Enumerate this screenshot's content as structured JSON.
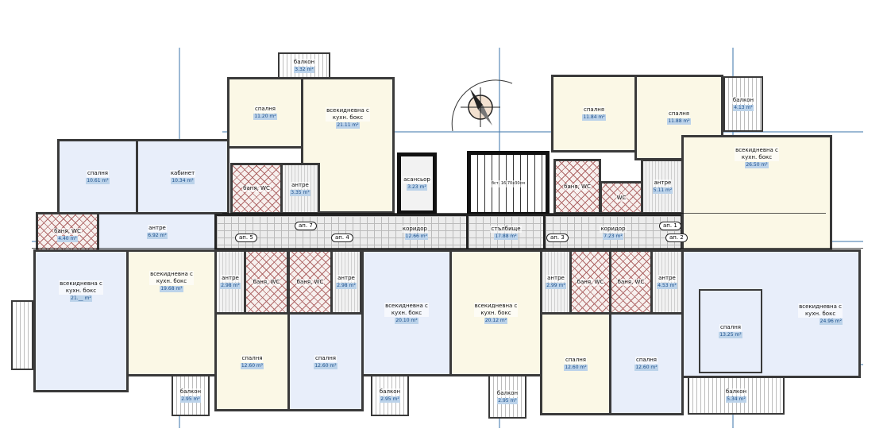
{
  "colors": {
    "living_cream": "#fbf8e6",
    "living_blue": "#e8eefa",
    "wet_hatch": "#b06a6a",
    "dimension_axis": "#4a7fb0",
    "wall": "#3a3a3a"
  },
  "rooms": [
    {
      "name": "балкон",
      "area": "3.32 m²"
    },
    {
      "name": "спалня",
      "area": "11.20 m²"
    },
    {
      "name": "всекидневна с\nкухн. бокс",
      "area": "21.11 m²"
    },
    {
      "name": "баня, WC",
      "area": ""
    },
    {
      "name": "антре",
      "area": "3.35 m²"
    },
    {
      "name": "асансьор",
      "area": "3.23 m²"
    },
    {
      "name": "спалня",
      "area": "10.61 m²"
    },
    {
      "name": "кабинет",
      "area": "10.34 m²"
    },
    {
      "name": "баня, WC",
      "area": "4.40 m²"
    },
    {
      "name": "антре",
      "area": "6.92 m²"
    },
    {
      "name": "коридор",
      "area": "12.66 m²"
    },
    {
      "name": "стълбище",
      "area": "17.88 m²"
    },
    {
      "name": "коридор",
      "area": "7.23 m²"
    },
    {
      "name": "спалня",
      "area": "11.84 m²"
    },
    {
      "name": "спалня",
      "area": "11.88 m²"
    },
    {
      "name": "балкон",
      "area": "4.13 m²"
    },
    {
      "name": "баня, WC",
      "area": ""
    },
    {
      "name": "WC",
      "area": ""
    },
    {
      "name": "антре",
      "area": "5.11 m²"
    },
    {
      "name": "всекидневна с\nкухн. бокс",
      "area": "26.50 m²"
    },
    {
      "name": "всекидневна с\nкухн. бокс",
      "area": "21.__ m²"
    },
    {
      "name": "всекидневна с\nкухн. бокс",
      "area": "19.68 m²"
    },
    {
      "name": "балкон",
      "area": "2.95 m²"
    },
    {
      "name": "антре",
      "area": "2.98 m²"
    },
    {
      "name": "баня, WC",
      "area": ""
    },
    {
      "name": "баня, WC",
      "area": ""
    },
    {
      "name": "антре",
      "area": "2.98 m²"
    },
    {
      "name": "спалня",
      "area": "12.60 m²"
    },
    {
      "name": "спалня",
      "area": "12.60 m²"
    },
    {
      "name": "всекидневна с\nкухн. бокс",
      "area": "20.10 m²"
    },
    {
      "name": "балкон",
      "area": "2.95 m²"
    },
    {
      "name": "всекидневна с\nкухн. бокс",
      "area": "20.12 m²"
    },
    {
      "name": "балкон",
      "area": "2.95 m²"
    },
    {
      "name": "антре",
      "area": "2.99 m²"
    },
    {
      "name": "баня, WC",
      "area": ""
    },
    {
      "name": "баня, WC",
      "area": ""
    },
    {
      "name": "антре",
      "area": "4.53 m²"
    },
    {
      "name": "спалня",
      "area": "12.60 m²"
    },
    {
      "name": "спалня",
      "area": "12.60 m²"
    },
    {
      "name": "всекидневна с\nкухн. бокс",
      "area": "24.96 m²"
    },
    {
      "name": "спалня",
      "area": "13.25 m²"
    },
    {
      "name": "балкон",
      "area": "5.34 m²"
    }
  ],
  "apartment_tags": [
    "ап. 1",
    "ап. 2",
    "ап. 3",
    "ап. 4",
    "ап. 5",
    "ап. 7"
  ],
  "stairs": {
    "flight_label": "бст. 16.70x30см"
  },
  "icons": {
    "compass": "north-arrow-compass-rose"
  }
}
